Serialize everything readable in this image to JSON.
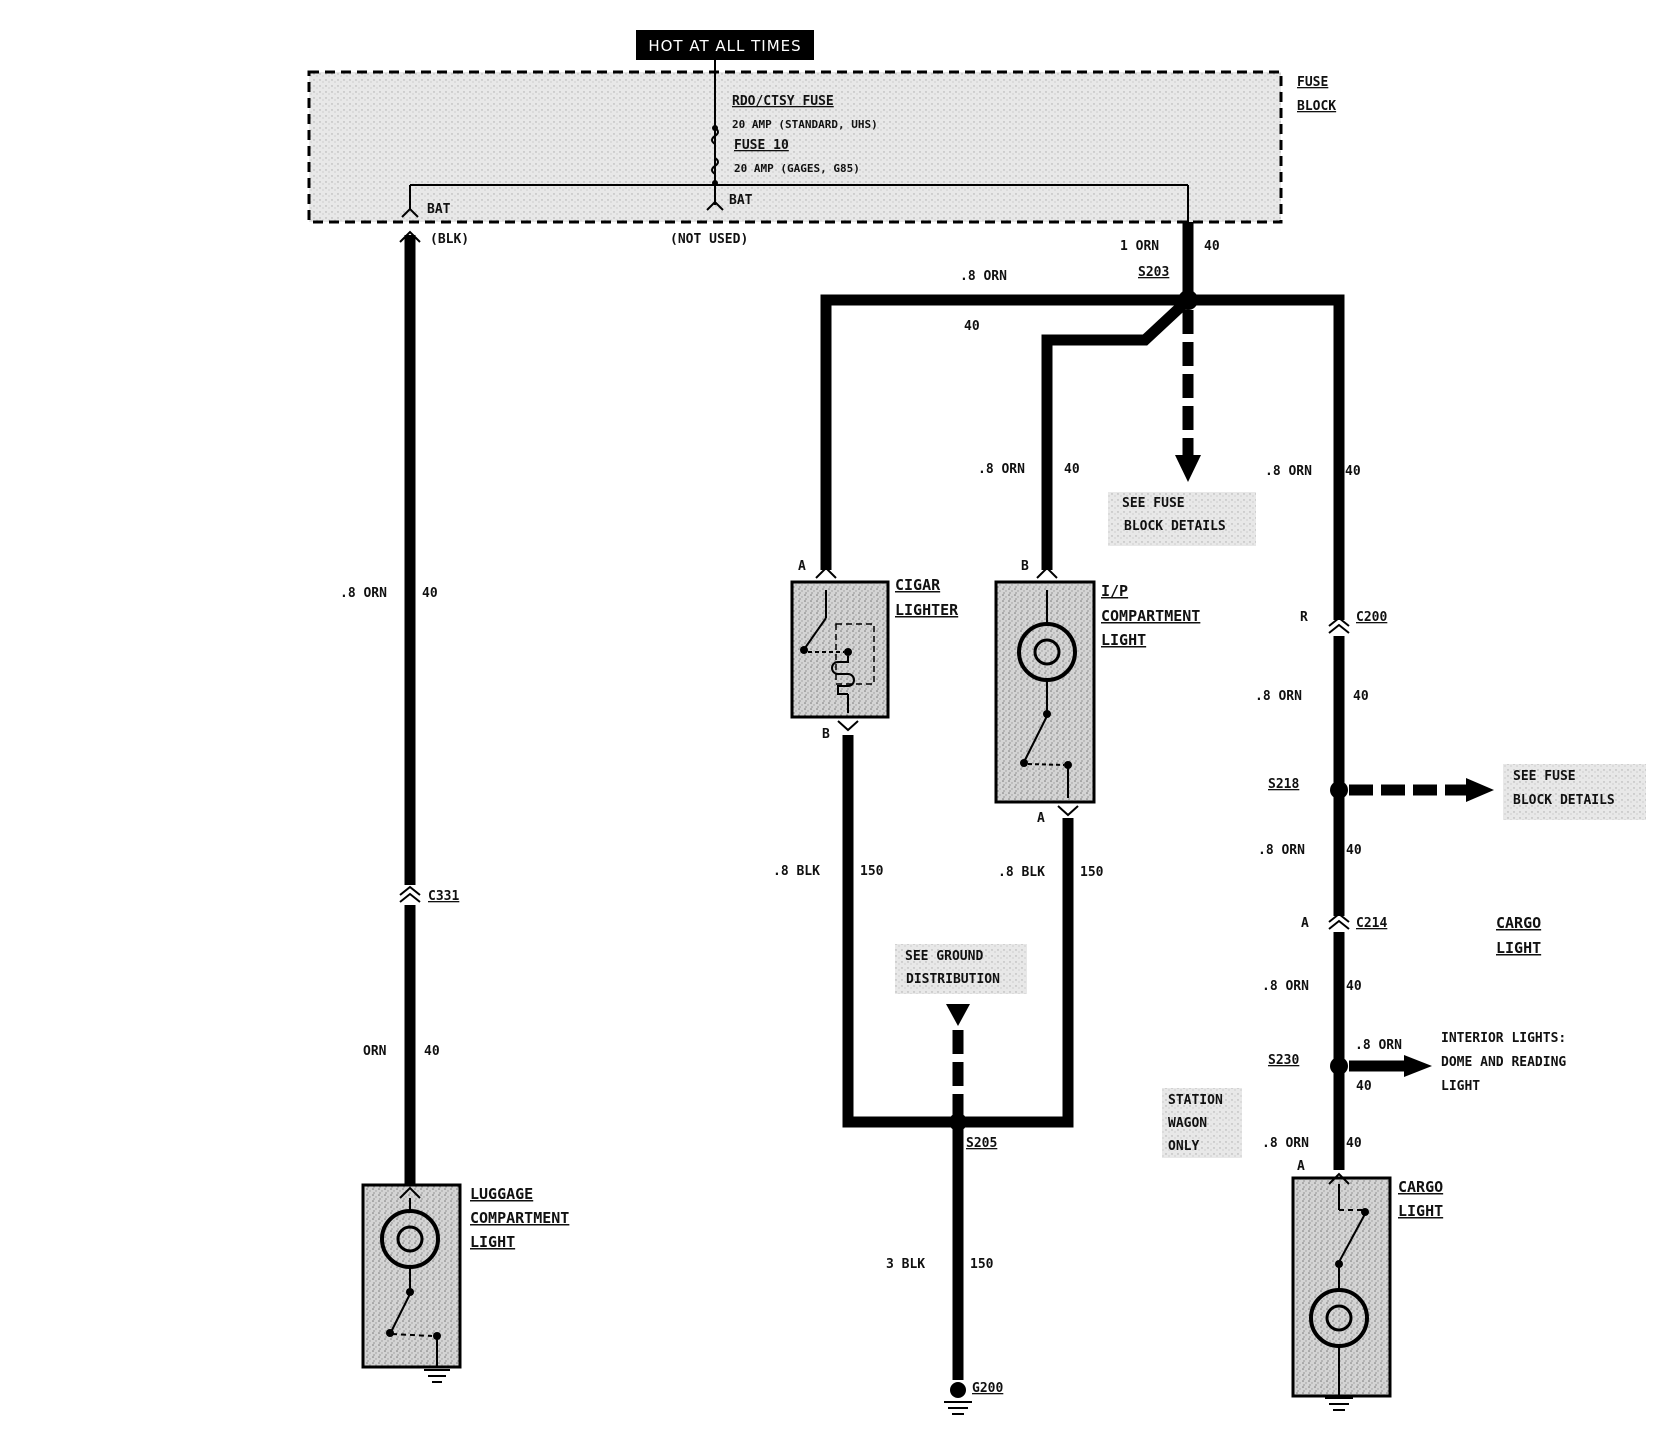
{
  "header": {
    "hot_label": "HOT AT ALL TIMES"
  },
  "fuse_block": {
    "title_1": "FUSE",
    "title_2": "BLOCK",
    "fuse1_name": "RDO/CTSY FUSE",
    "fuse1_rating": "20 AMP (STANDARD, UHS)",
    "fuse2_name": "FUSE 10",
    "fuse2_rating": "20 AMP (GAGES, G85)",
    "bat_left": "BAT",
    "bat_right": "BAT",
    "left_note": "(BLK)",
    "mid_note": "(NOT USED)"
  },
  "wires": {
    "feed_gauge": "1 ORN",
    "feed_circuit": "40",
    "s203": "S203",
    "top_left_gauge": ".8 ORN",
    "top_left_circuit": "40",
    "luggage_gauge": ".8 ORN",
    "luggage_circuit": "40",
    "luggage_low_gauge": "ORN",
    "luggage_low_circuit": "40",
    "c331": "C331",
    "ip_gauge": ".8 ORN",
    "ip_circuit": "40",
    "right_gauge": ".8 ORN",
    "right_circuit": "40",
    "c200_pin": "R",
    "c200": "C200",
    "right2_gauge": ".8 ORN",
    "right2_circuit": "40",
    "s218": "S218",
    "right3_gauge": ".8 ORN",
    "right3_circuit": "40",
    "c214_pin": "A",
    "c214": "C214",
    "right4_gauge": ".8 ORN",
    "right4_circuit": "40",
    "s230": "S230",
    "s230_branch_gauge": ".8 ORN",
    "s230_branch_circuit": "40",
    "right5_gauge": ".8 ORN",
    "right5_circuit": "40",
    "cigar_blk_gauge": ".8 BLK",
    "cigar_blk_circuit": "150",
    "ip_blk_gauge": ".8 BLK",
    "ip_blk_circuit": "150",
    "s205": "S205",
    "ground_gauge": "3 BLK",
    "ground_circuit": "150",
    "g200": "G200"
  },
  "references": {
    "fuse_details_1a": "SEE FUSE",
    "fuse_details_1b": "BLOCK DETAILS",
    "fuse_details_2a": "SEE FUSE",
    "fuse_details_2b": "BLOCK DETAILS",
    "ground_dist_a": "SEE GROUND",
    "ground_dist_b": "DISTRIBUTION",
    "interior_a": "INTERIOR LIGHTS:",
    "interior_b": "DOME AND READING",
    "interior_c": "LIGHT"
  },
  "components": {
    "cigar_1": "CIGAR",
    "cigar_2": "LIGHTER",
    "cigar_pin_top": "A",
    "cigar_pin_bottom": "B",
    "ip_1": "I/P",
    "ip_2": "COMPARTMENT",
    "ip_3": "LIGHT",
    "ip_pin_top": "B",
    "ip_pin_bottom": "A",
    "luggage_1": "LUGGAGE",
    "luggage_2": "COMPARTMENT",
    "luggage_3": "LIGHT",
    "cargo_1": "CARGO",
    "cargo_2": "LIGHT",
    "cargo_pin": "A",
    "cargo_side_1": "CARGO",
    "cargo_side_2": "LIGHT",
    "wagon_1": "STATION",
    "wagon_2": "WAGON",
    "wagon_3": "ONLY"
  }
}
